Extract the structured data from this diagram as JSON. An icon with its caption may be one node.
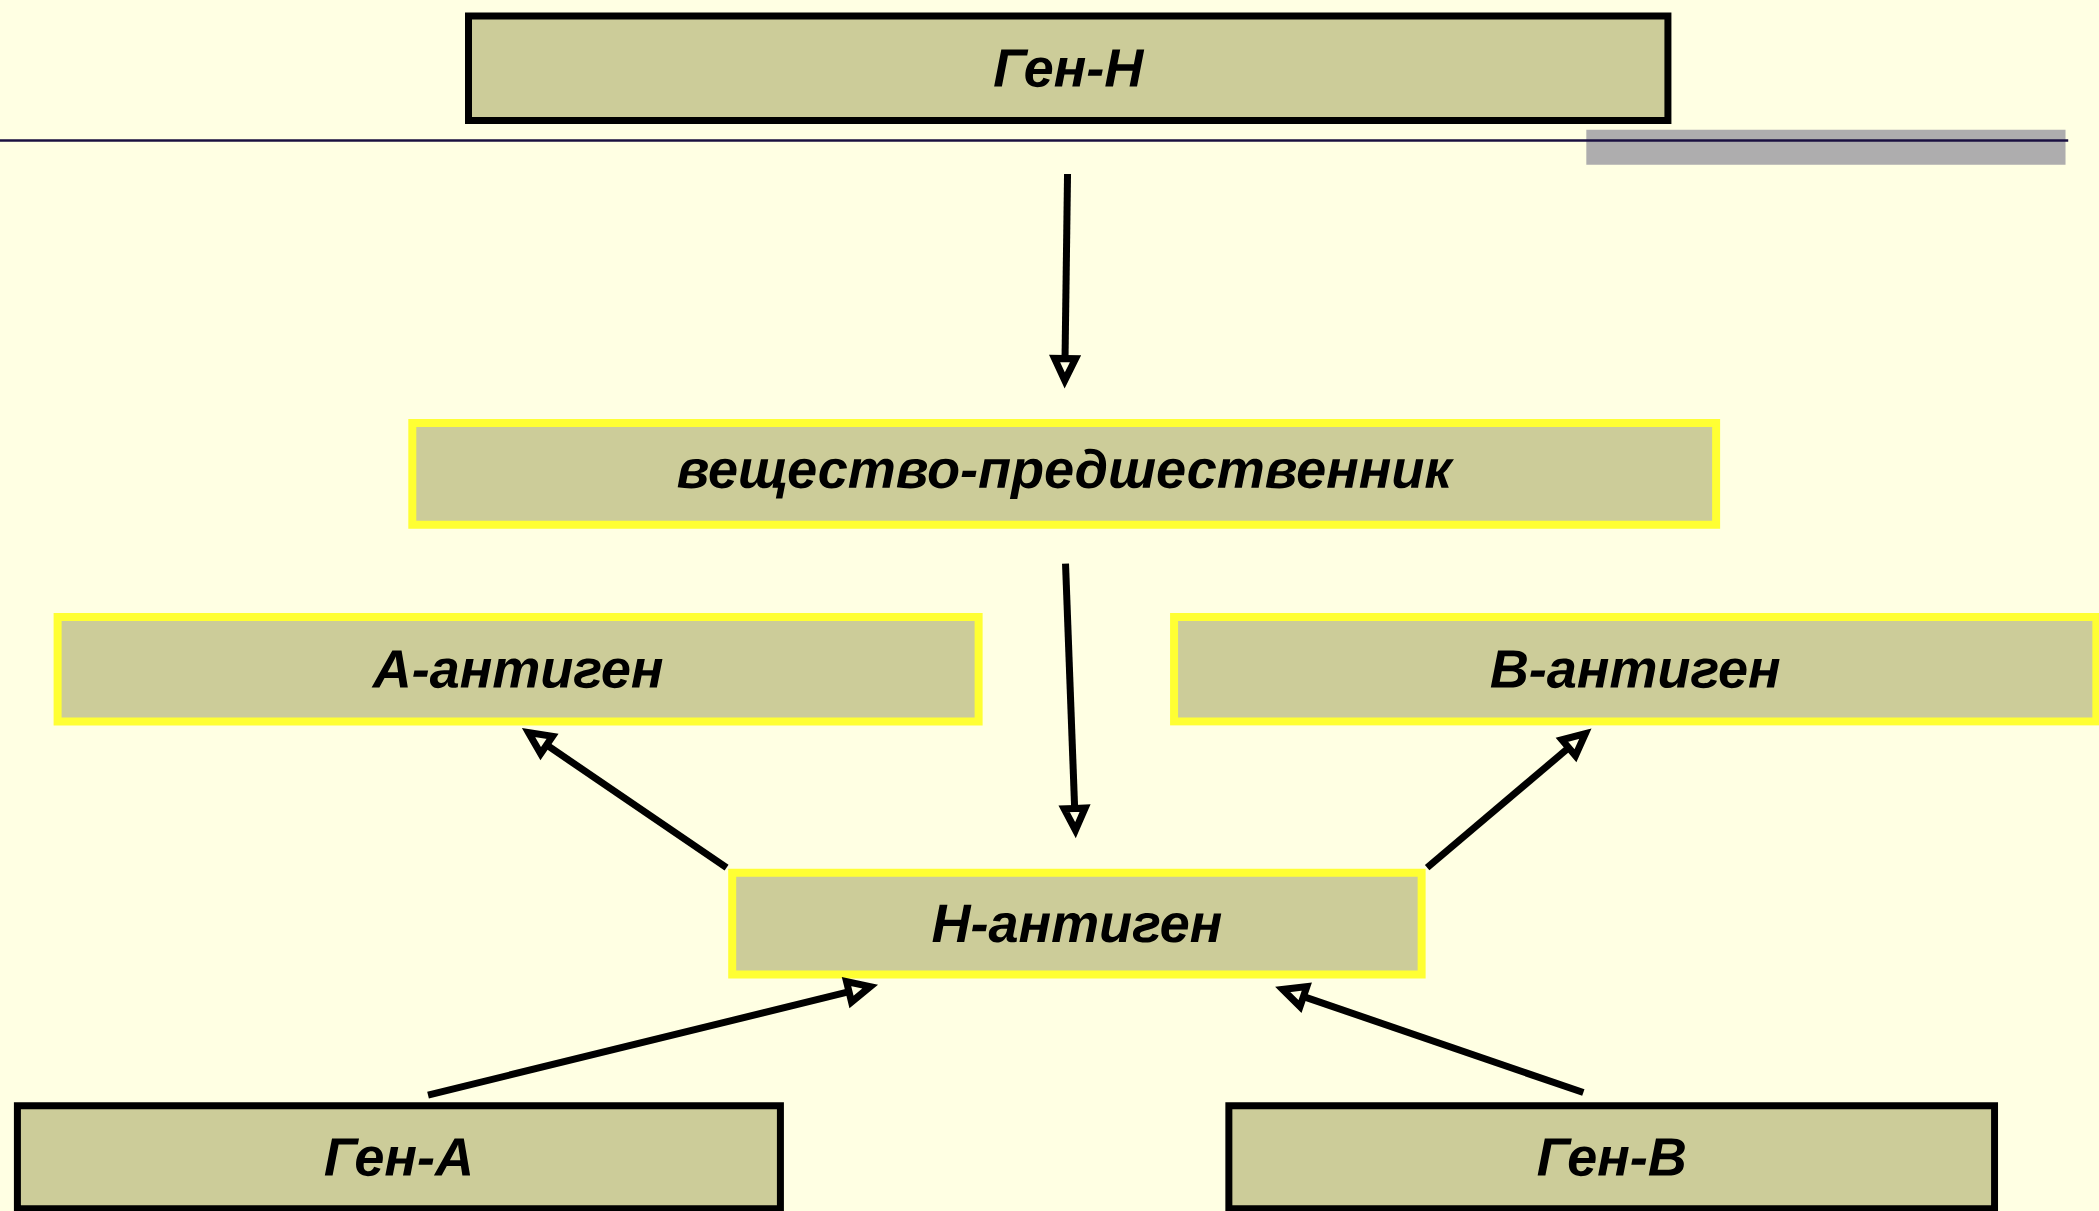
{
  "diagram": {
    "nodes": [
      {
        "text": [
          "Ген-Н"
        ]
      },
      {
        "text": [
          "вещество-предшественник"
        ]
      },
      {
        "text": [
          "А-антиген"
        ]
      },
      {
        "text": [
          "В-антиген"
        ]
      },
      {
        "text": [
          "Н-антиген"
        ]
      },
      {
        "text": [
          "Ген-А"
        ]
      },
      {
        "text": [
          "Ген-В"
        ]
      }
    ],
    "edges": [
      {
        "from": 0,
        "to": 1,
        "arrow": "to"
      },
      {
        "from": 1,
        "to": 4,
        "arrow": "to"
      },
      {
        "from": 4,
        "to": 2,
        "arrow": "to"
      },
      {
        "from": 4,
        "to": 3,
        "arrow": "to"
      },
      {
        "from": 5,
        "to": 4,
        "arrow": "to"
      },
      {
        "from": 6,
        "to": 4,
        "arrow": "to"
      }
    ]
  }
}
